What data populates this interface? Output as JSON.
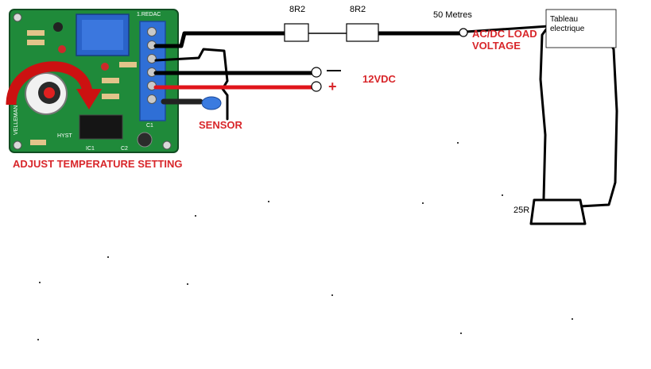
{
  "labels": {
    "resistor_1": "8R2",
    "resistor_2": "8R2",
    "distance": "50 Metres",
    "load_line1": "AC/DC LOAD",
    "load_line2": "VOLTAGE",
    "power": "12VDC",
    "minus": "—",
    "plus": "+",
    "sensor": "SENSOR",
    "adjust": "ADJUST TEMPERATURE SETTING",
    "panel_line1": "Tableau",
    "panel_line2": "electrique",
    "resistor_25": "25R"
  },
  "board": {
    "top_label": "1.REDAC",
    "bottom_labels": [
      "HYST",
      "IC1",
      "C2",
      "C1"
    ],
    "side_label": "VELLEMAN"
  },
  "colors": {
    "board_green": "#1f8a3a",
    "terminal_blue": "#2f6fd6",
    "relay_blue": "#2a63c9",
    "wire_red": "#e0141b",
    "label_red": "#d8262a",
    "arrow_red": "#cc1111",
    "sensor_blue": "#3b7be0"
  }
}
